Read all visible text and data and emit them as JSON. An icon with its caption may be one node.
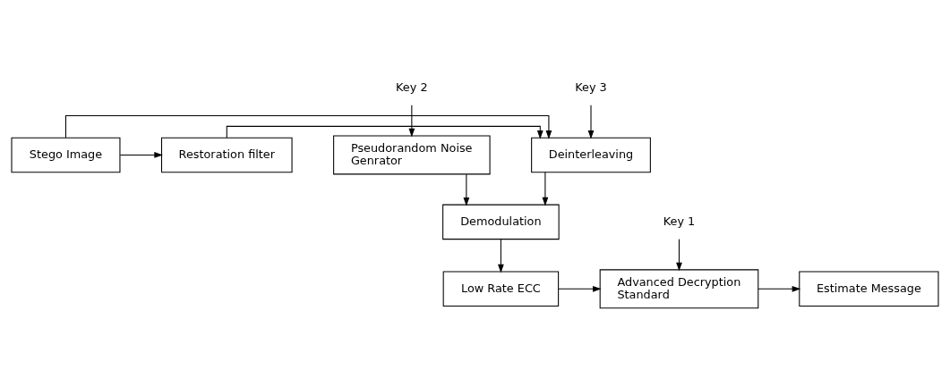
{
  "diagram": {
    "nodes": [
      {
        "text": [
          "Stego Image"
        ]
      },
      {
        "text": [
          "Restoration filter"
        ]
      },
      {
        "text": [
          "Deinterleaving"
        ]
      },
      {
        "text": [
          "Key 3"
        ]
      },
      {
        "text": [
          "Estimate Message"
        ]
      },
      {
        "text": [
          "Advanced Decryption Standard"
        ]
      },
      {
        "text": [
          "Low Rate ECC"
        ]
      },
      {
        "text": [
          "Key 1"
        ]
      },
      {
        "text": [
          "Demodulation"
        ]
      },
      {
        "text": [
          "Pseudorandom Noise Genrator"
        ]
      },
      {
        "text": [
          "Key 2"
        ]
      }
    ],
    "edges": [
      {
        "from": 0,
        "to": 2,
        "arrow": "to"
      },
      {
        "from": 0,
        "to": 1,
        "arrow": "to"
      },
      {
        "from": 1,
        "to": 2,
        "arrow": "to"
      },
      {
        "from": 3,
        "to": 2,
        "arrow": "to"
      },
      {
        "from": 2,
        "to": 8,
        "arrow": "to"
      },
      {
        "from": 8,
        "to": 6,
        "arrow": "to"
      },
      {
        "from": 6,
        "to": 5,
        "arrow": "to"
      },
      {
        "from": 5,
        "to": 4,
        "arrow": "to"
      },
      {
        "from": 7,
        "to": 5,
        "arrow": "to"
      },
      {
        "from": 9,
        "to": 8,
        "arrow": "to"
      },
      {
        "from": 10,
        "to": 9,
        "arrow": "to"
      }
    ]
  }
}
